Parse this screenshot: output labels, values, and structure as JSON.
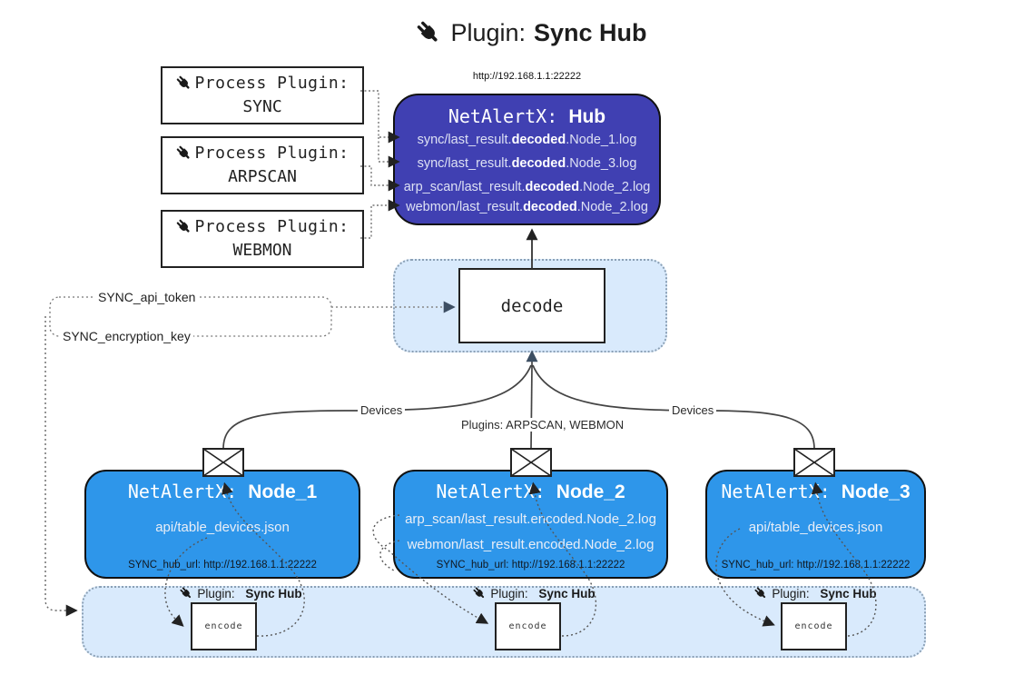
{
  "title": {
    "prefix": "Plugin:",
    "name": "Sync Hub"
  },
  "hub": {
    "url_label": "http://192.168.1.1:22222",
    "title_prefix": "NetAlertX:",
    "title_name": "Hub",
    "lines": [
      {
        "pre": "sync/last_result.",
        "bold": "decoded",
        "post": ".Node_1.log"
      },
      {
        "pre": "sync/last_result.",
        "bold": "decoded",
        "post": ".Node_3.log"
      },
      {
        "pre": "arp_scan/last_result.",
        "bold": "decoded",
        "post": ".Node_2.log"
      },
      {
        "pre": "webmon/last_result.",
        "bold": "decoded",
        "post": ".Node_2.log"
      }
    ]
  },
  "process_plugins": [
    {
      "label": "Process Plugin:",
      "name": "SYNC"
    },
    {
      "label": "Process Plugin:",
      "name": "ARPSCAN"
    },
    {
      "label": "Process Plugin:",
      "name": "WEBMON"
    }
  ],
  "decode": {
    "label": "decode"
  },
  "settings": {
    "api_token": "SYNC_api_token",
    "encryption_key": "SYNC_encryption_key"
  },
  "edges": {
    "devices_left": "Devices",
    "devices_right": "Devices",
    "plugins_mid": "Plugins: ARPSCAN, WEBMON"
  },
  "nodes": [
    {
      "title_prefix": "NetAlertX:",
      "title_name": "Node_1",
      "lines": [
        "api/table_devices.json"
      ],
      "hub_url": "SYNC_hub_url: http://192.168.1.1:22222"
    },
    {
      "title_prefix": "NetAlertX:",
      "title_name": "Node_2",
      "lines": [
        "arp_scan/last_result.encoded.Node_2.log",
        "webmon/last_result.encoded.Node_2.log"
      ],
      "hub_url": "SYNC_hub_url: http://192.168.1.1:22222"
    },
    {
      "title_prefix": "NetAlertX:",
      "title_name": "Node_3",
      "lines": [
        "api/table_devices.json"
      ],
      "hub_url": "SYNC_hub_url: http://192.168.1.1:22222"
    }
  ],
  "encoders": [
    {
      "plugin_label": "Plugin:",
      "plugin_name": "Sync Hub",
      "box_label": "encode"
    },
    {
      "plugin_label": "Plugin:",
      "plugin_name": "Sync Hub",
      "box_label": "encode"
    },
    {
      "plugin_label": "Plugin:",
      "plugin_name": "Sync Hub",
      "box_label": "encode"
    }
  ],
  "colors": {
    "hub_fill": "#4040b2",
    "node_fill": "#2e96ea",
    "container_fill": "#d9eafc"
  }
}
